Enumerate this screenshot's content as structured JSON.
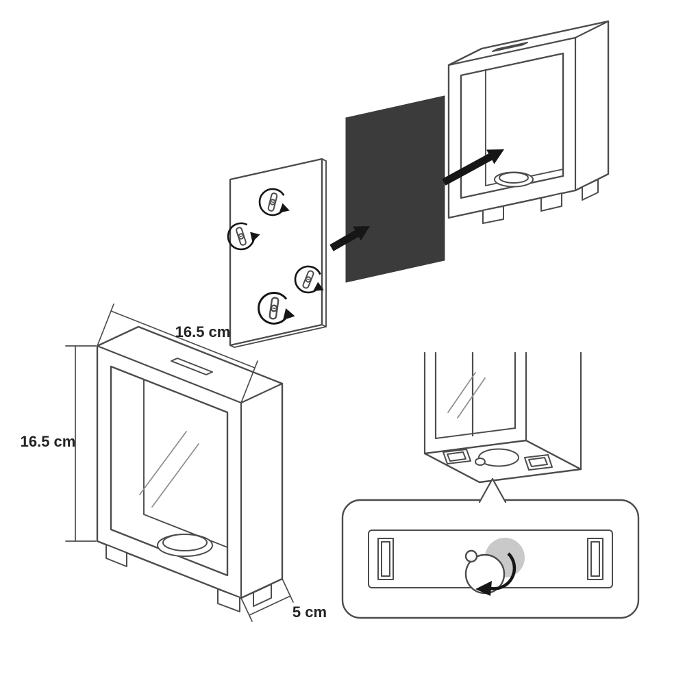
{
  "figure": {
    "type": "assembly-instruction-diagram",
    "subject": "frame money box",
    "labels": {
      "width": "16.5 cm",
      "height": "16.5 cm",
      "depth": "5 cm"
    },
    "colors": {
      "line": "#4c4c4c",
      "line-soft": "#909090",
      "arrow": "#161616",
      "panel-dark": "#3b3b3b",
      "hole-gray": "#c9c9c9",
      "bg": "#ffffff"
    },
    "icons": {
      "assembly_arrow": "thick-arrow-up-right",
      "rotation_arrow": "circular-rotation-arrow",
      "turn_clip": "rotating-clip-fastener"
    }
  }
}
